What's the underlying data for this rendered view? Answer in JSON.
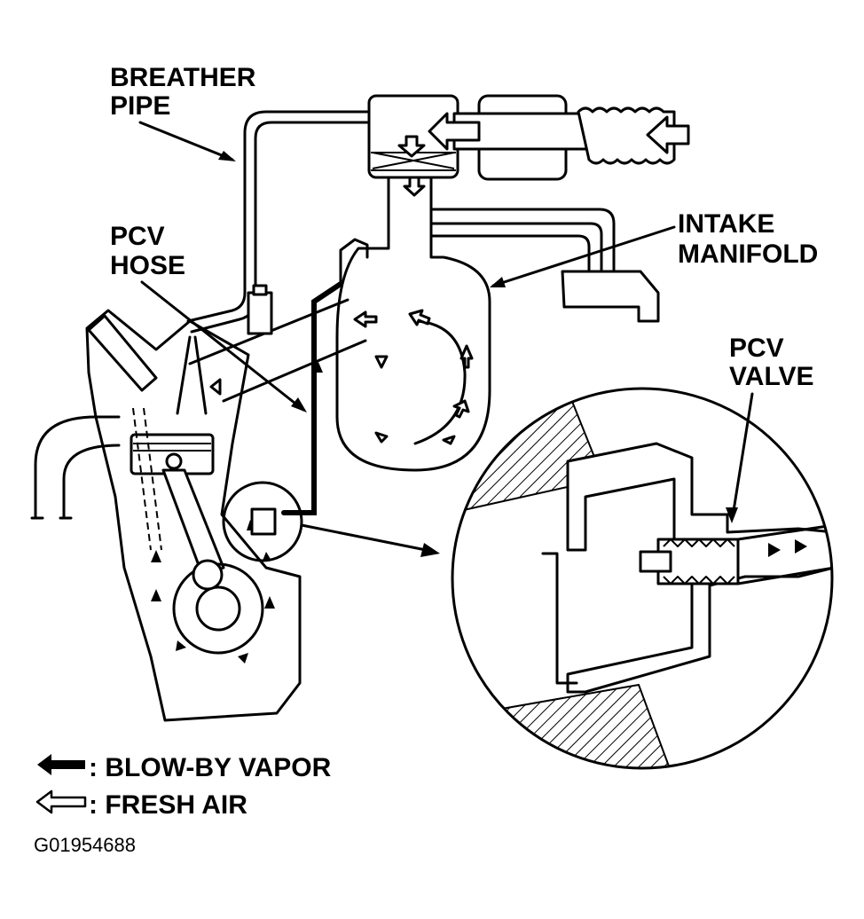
{
  "labels": {
    "breather_pipe": [
      "BREATHER",
      "PIPE"
    ],
    "pcv_hose": [
      "PCV",
      "HOSE"
    ],
    "intake_manifold": [
      "INTAKE",
      "MANIFOLD"
    ],
    "pcv_valve": [
      "PCV",
      "VALVE"
    ]
  },
  "legend": {
    "blow_by": ": BLOW-BY VAPOR",
    "fresh_air": ": FRESH AIR"
  },
  "figure_code": "G01954688"
}
